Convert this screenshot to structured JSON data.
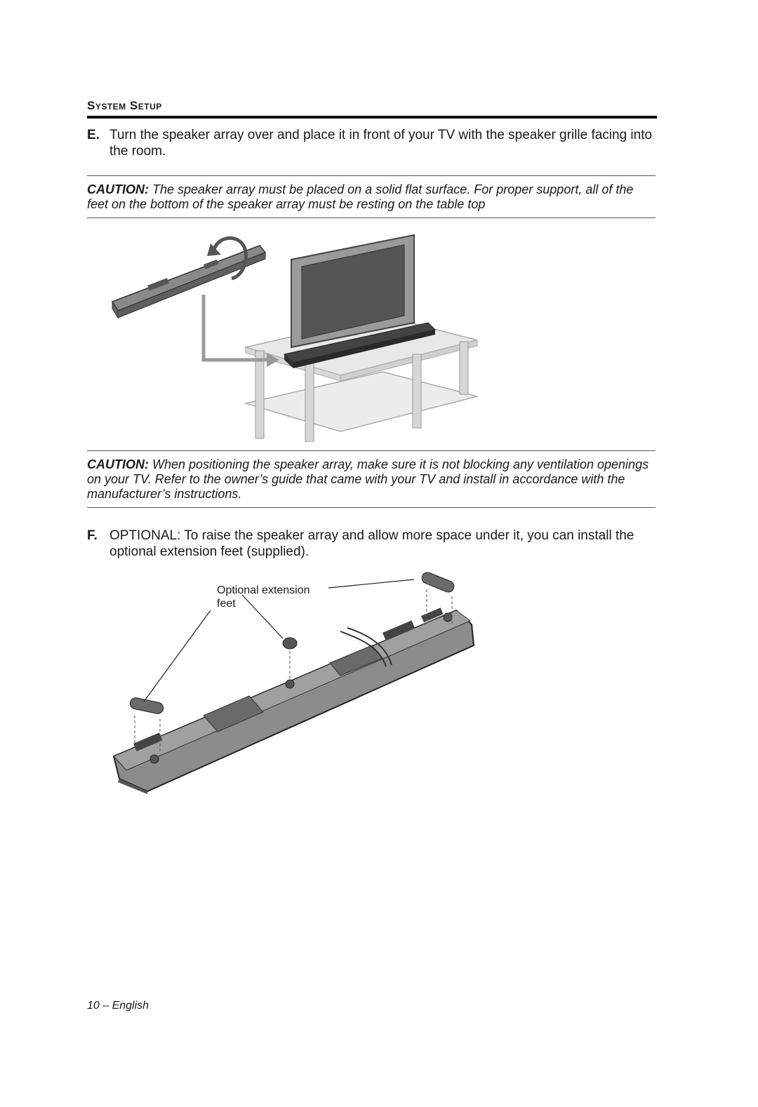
{
  "header": {
    "section_title": "System Setup"
  },
  "step_e": {
    "letter": "E.",
    "text": "Turn the speaker array over and place it in front of your TV with the speaker grille facing into the room."
  },
  "caution_1": {
    "label": "CAUTION:",
    "text": "The speaker array must be placed on a solid flat surface. For proper support, all of the feet on the bottom of the speaker array must be resting on the table top"
  },
  "caution_2": {
    "label": "CAUTION:",
    "text": "When positioning the speaker array, make sure it is not blocking any ventilation openings on your TV. Refer to the owner’s guide that came with your TV and install in accordance with the manufacturer’s instructions."
  },
  "step_f": {
    "letter": "F.",
    "text": "OPTIONAL: To raise the speaker array and allow more space under it, you can install the optional extension feet (supplied)."
  },
  "figure_2": {
    "callout_line1": "Optional extension",
    "callout_line2": "feet"
  },
  "footer": {
    "page_label": "10 – English"
  },
  "colors": {
    "rule": "#111111",
    "tv_screen": "#555555",
    "speaker_body": "#7a7a7a",
    "table_glass": "#e6e6e6",
    "arrow": "#9a9a9a"
  }
}
